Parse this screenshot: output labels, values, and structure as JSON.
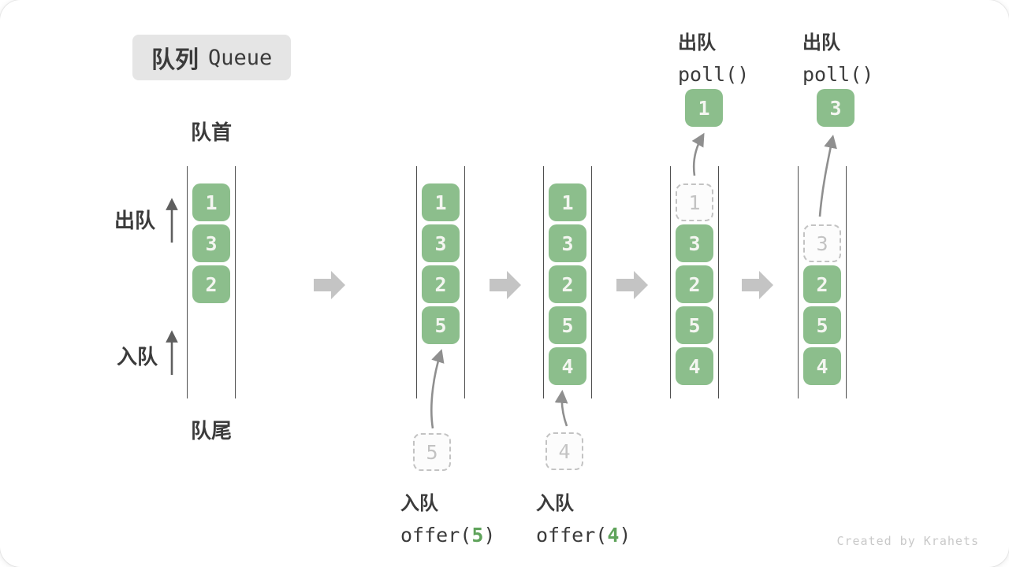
{
  "title": {
    "zh": "队列",
    "en": "Queue"
  },
  "side_labels": {
    "front": "队首",
    "rear": "队尾",
    "dequeue": "出队",
    "enqueue": "入队"
  },
  "states": [
    {
      "name": "initial",
      "slots": [
        "1",
        "3",
        "2"
      ]
    },
    {
      "name": "after-offer-5",
      "slots": [
        "1",
        "3",
        "2",
        "5"
      ],
      "staged": "5"
    },
    {
      "name": "after-offer-4",
      "slots": [
        "1",
        "3",
        "2",
        "5",
        "4"
      ],
      "staged": "4"
    },
    {
      "name": "after-poll-1",
      "ghost": "1",
      "slots": [
        "3",
        "2",
        "5",
        "4"
      ],
      "removed": "1"
    },
    {
      "name": "after-poll-3",
      "ghost": "3",
      "slots": [
        "2",
        "5",
        "4"
      ],
      "removed": "3"
    }
  ],
  "operations": {
    "offer5": {
      "zh": "入队",
      "fn": "offer(",
      "arg": "5",
      "close": ")"
    },
    "offer4": {
      "zh": "入队",
      "fn": "offer(",
      "arg": "4",
      "close": ")"
    },
    "poll1": {
      "zh": "出队",
      "code": "poll()"
    },
    "poll2": {
      "zh": "出队",
      "code": "poll()"
    }
  },
  "colors": {
    "box_green": "#8CBE8C",
    "box_text": "#f4f6f1",
    "ghost_gray": "#c3c3c3",
    "block_arrow_gray": "#c4c4c4",
    "curve_arrow_gray": "#8f8f8f",
    "code_arg_green": "#5FA35B",
    "text_dark": "#3b3b3b",
    "badge_bg": "#e5e5e5"
  },
  "watermark": "Created by Krahets"
}
